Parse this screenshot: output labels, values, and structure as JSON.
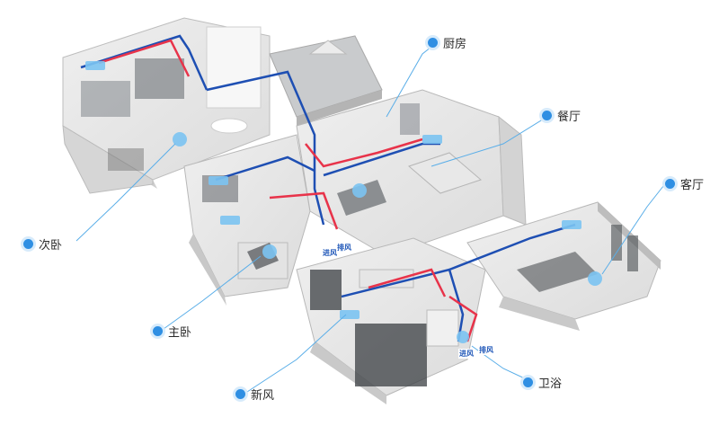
{
  "labels": {
    "kitchen": "厨房",
    "dining": "餐厅",
    "living": "客厅",
    "second_bedroom": "次卧",
    "master_bedroom": "主卧",
    "fresh_air": "新风",
    "bathroom": "卫浴"
  },
  "duct_tags": {
    "supply_1": "进风",
    "exhaust_1": "排风",
    "supply_2": "进风",
    "exhaust_2": "排风"
  },
  "colors": {
    "accent": "#2f8fe3",
    "supply_duct": "#1e4fb3",
    "exhaust_duct": "#e8334a"
  }
}
